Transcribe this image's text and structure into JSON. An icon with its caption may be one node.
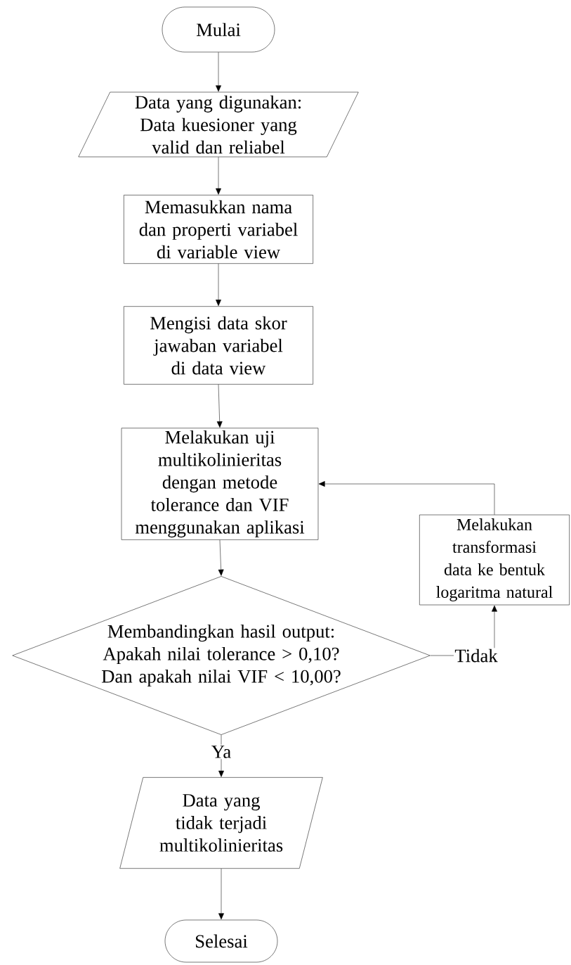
{
  "diagram": {
    "nodes": [
      {
        "text": [
          "Mulai"
        ]
      },
      {
        "text": [
          "Data yang digunakan: Data kuesioner yang valid dan reliabel"
        ]
      },
      {
        "text": [
          "Memasukkan nama dan properti variabel di variable view"
        ]
      },
      {
        "text": [
          "Mengisi data skor jawaban variabel di data view"
        ]
      },
      {
        "text": [
          "Melakukan uji multikolinieritas dengan metode tolerance dan VIF menggunakan aplikasi"
        ]
      },
      {
        "text": [
          "Membandingkan hasil output: Apakah nilai tolerance > 0,10? Dan apakah nilai VIF < 10,00?"
        ]
      },
      {
        "text": [
          "Melakukan transformasi data ke bentuk logaritma natural"
        ]
      },
      {
        "text": [
          "Data yang tidak terjadi multikolinieritas"
        ]
      },
      {
        "text": [
          "Selesai"
        ]
      }
    ],
    "edges": [
      {
        "from": 0,
        "to": 1,
        "arrow": "to"
      },
      {
        "from": 1,
        "to": 2,
        "arrow": "to"
      },
      {
        "from": 2,
        "to": 3,
        "arrow": "to"
      },
      {
        "from": 3,
        "to": 4,
        "arrow": "to"
      },
      {
        "from": 4,
        "to": 5,
        "arrow": "to"
      },
      {
        "from": 5,
        "to": 7,
        "arrow": "to",
        "label": "Ya"
      },
      {
        "from": 5,
        "to": 6,
        "arrow": "to",
        "label": "Tidak"
      },
      {
        "from": 6,
        "to": 4,
        "arrow": "to"
      },
      {
        "from": 7,
        "to": 8,
        "arrow": "to"
      }
    ]
  }
}
